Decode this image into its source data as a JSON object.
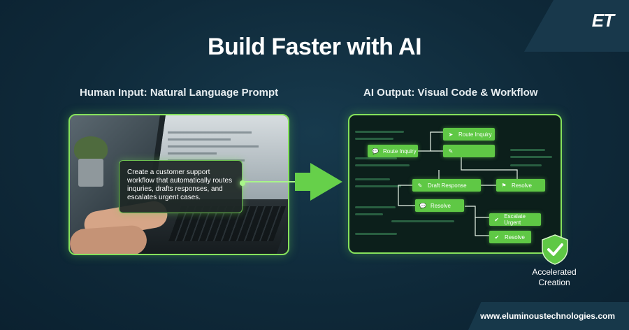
{
  "brand": {
    "logo_text": "ET",
    "website": "www.eluminoustechnologies.com"
  },
  "headline": "Build Faster with AI",
  "left_panel": {
    "label": "Human Input: Natural Language Prompt",
    "prompt": "Create a customer support workflow that automatically routes inquries, drafts responses, and escalates urgent cases."
  },
  "right_panel": {
    "label": "AI Output: Visual Code & Workflow",
    "nodes": [
      {
        "label": "Route Inquiry",
        "icon": "arrow-icon"
      },
      {
        "label": "Route Inquiry",
        "icon": "chat-icon"
      },
      {
        "label": "",
        "icon": "pencil-icon"
      },
      {
        "label": "Draft Response",
        "icon": "pencil-icon"
      },
      {
        "label": "Resolve",
        "icon": "flag-icon"
      },
      {
        "label": "Resolve",
        "icon": "chat-icon"
      },
      {
        "label": "Escalate Urgent",
        "icon": "check-icon"
      },
      {
        "label": "Resolve",
        "icon": "check-icon"
      }
    ]
  },
  "badge": {
    "text": "Accelerated Creation",
    "line1": "Accelerated",
    "line2": "Creation"
  },
  "colors": {
    "background": "#0f2a3a",
    "accent": "#86e25c",
    "node": "#5fc845"
  }
}
